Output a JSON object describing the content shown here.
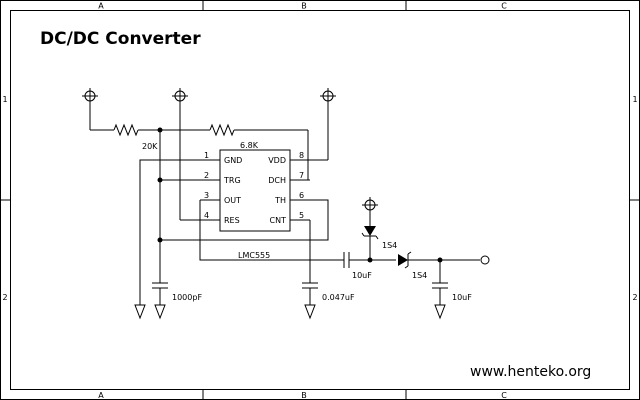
{
  "title": "DC/DC Converter",
  "website": "www.henteko.org",
  "frame": {
    "columns": [
      "A",
      "B",
      "C"
    ],
    "rows": [
      "1",
      "2"
    ]
  },
  "ic": {
    "name": "LMC555",
    "pins_left": [
      {
        "num": "1",
        "label": "GND"
      },
      {
        "num": "2",
        "label": "TRG"
      },
      {
        "num": "3",
        "label": "OUT"
      },
      {
        "num": "4",
        "label": "RES"
      }
    ],
    "pins_right": [
      {
        "num": "8",
        "label": "VDD"
      },
      {
        "num": "7",
        "label": "DCH"
      },
      {
        "num": "6",
        "label": "TH"
      },
      {
        "num": "5",
        "label": "CNT"
      }
    ]
  },
  "components": {
    "r1": "20K",
    "r2": "6.8K",
    "c_timing": "1000pF",
    "c_cnt": "0.047uF",
    "c_coupling": "10uF",
    "c_out": "10uF",
    "d1": "1S4",
    "d2": "1S4"
  }
}
